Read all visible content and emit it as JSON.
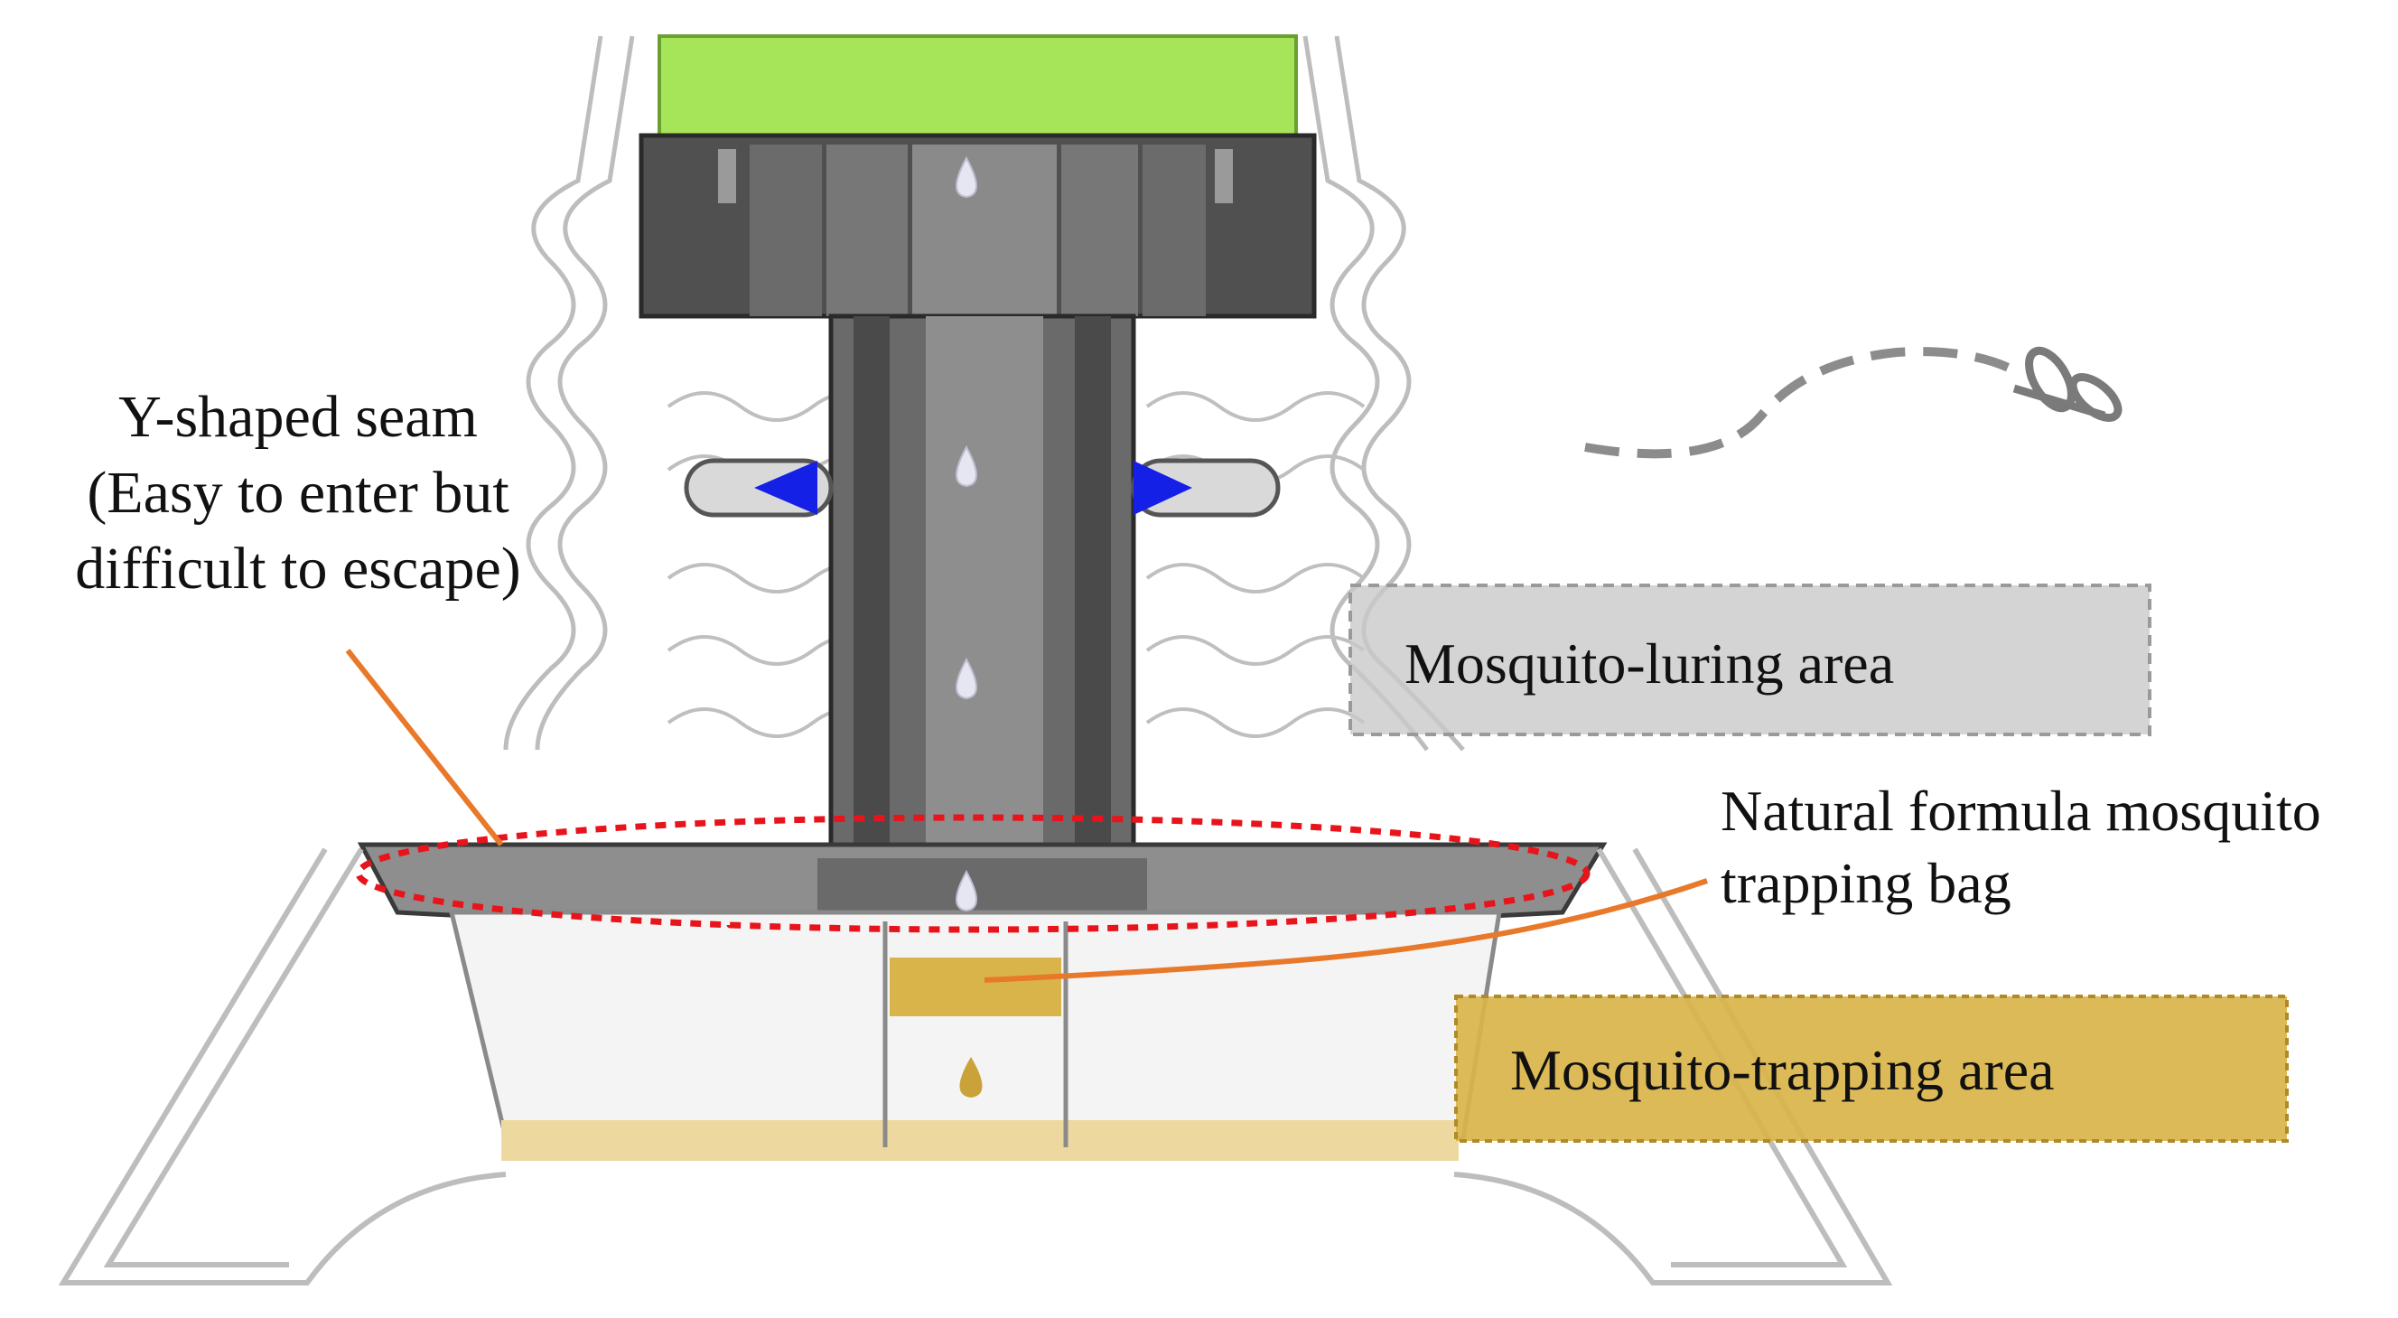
{
  "labels": {
    "y_seam_line1": "Y-shaped seam",
    "y_seam_line2": "(Easy to enter but",
    "y_seam_line3": "difficult to escape)",
    "luring_area": "Mosquito-luring area",
    "bag_line1": "Natural formula mosquito",
    "bag_line2": "trapping bag",
    "trapping_area": "Mosquito-trapping area"
  },
  "colors": {
    "leader_line": "#e8792b",
    "seam_ellipse": "#e8141c",
    "luring_box": "#c9c9c9",
    "trapping_box": "#d9b44a",
    "green_canister": "#a6e55a",
    "dark_housing": "#505050",
    "blue_arrow": "#1420e6"
  },
  "icons": [
    "water-drop-icon",
    "mosquito-icon",
    "blue-arrow-icon"
  ]
}
